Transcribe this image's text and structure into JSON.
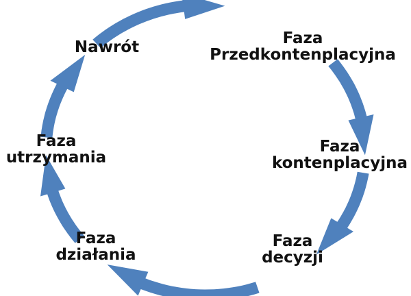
{
  "diagram": {
    "colors": {
      "arrow": "#4f81bd",
      "text": "#111111",
      "background": "#ffffff"
    },
    "stages": [
      {
        "id": "precontemplation",
        "lines": [
          "Faza",
          "Przedkontenplacyjna"
        ]
      },
      {
        "id": "contemplation",
        "lines": [
          "Faza",
          "kontenplacyjna"
        ]
      },
      {
        "id": "decision",
        "lines": [
          "Faza",
          "decyzji"
        ]
      },
      {
        "id": "action",
        "lines": [
          "Faza",
          "działania"
        ]
      },
      {
        "id": "maintenance",
        "lines": [
          "Faza",
          "utrzymania"
        ]
      },
      {
        "id": "relapse",
        "lines": [
          "Nawrót"
        ]
      }
    ]
  }
}
